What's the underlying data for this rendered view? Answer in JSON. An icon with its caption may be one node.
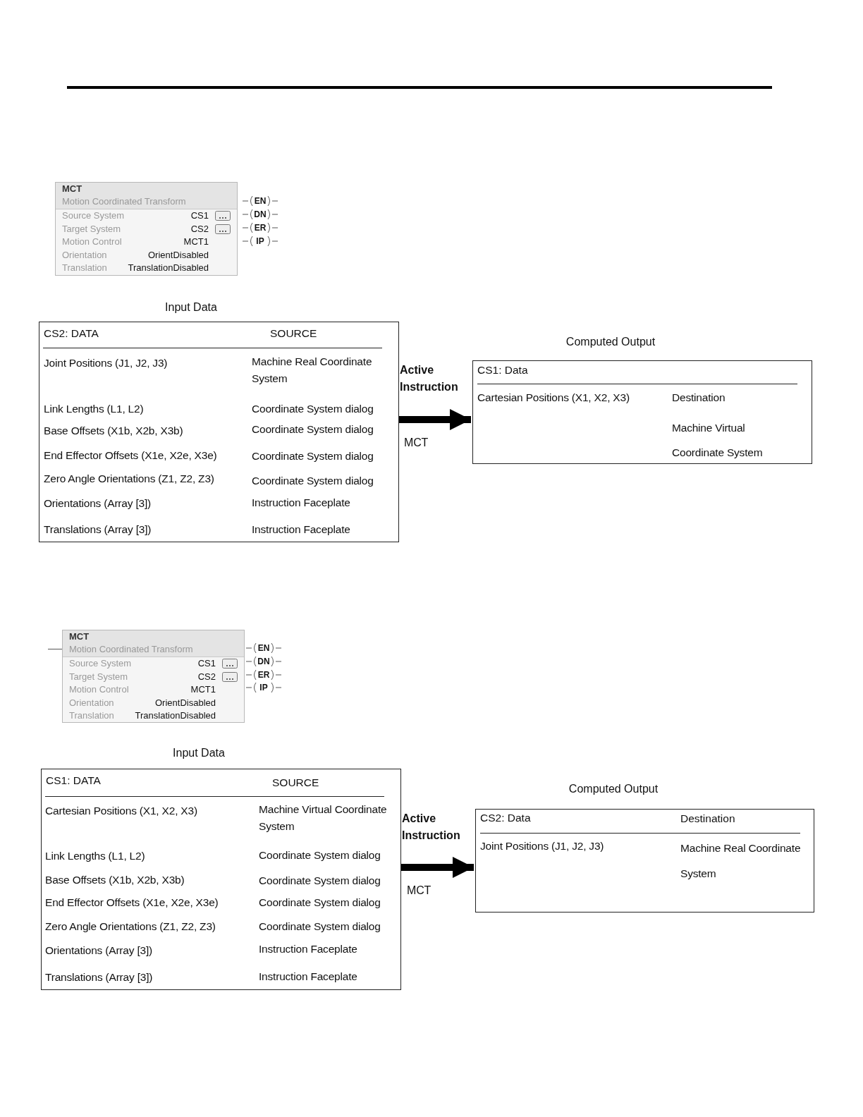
{
  "diagram": {
    "nodes": [
      {
        "text": [
          "MCT",
          "Motion Coordinated Transform",
          "Source System",
          "CS1",
          "Target System",
          "CS2",
          "Motion Control",
          "MCT1",
          "Orientation",
          "OrientDisabled",
          "Translation",
          "TranslationDisabled"
        ]
      },
      {
        "text": [
          "CS2: DATA",
          "SOURCE"
        ],
        "beside": [
          "Input Data"
        ]
      },
      {
        "text": [
          "CS1: Data"
        ],
        "beside": [
          "Computed Output"
        ]
      },
      {
        "text": [
          "MCT",
          "Motion Coordinated Transform",
          "Source System",
          "CS1",
          "Target System",
          "CS2",
          "Motion Control",
          "MCT1",
          "Orientation",
          "OrientDisabled",
          "Translation",
          "TranslationDisabled"
        ]
      },
      {
        "text": [
          "CS1: DATA",
          "SOURCE"
        ],
        "beside": [
          "Input Data"
        ]
      },
      {
        "text": [
          "CS2: Data",
          "Destination"
        ],
        "beside": [
          "Computed Output"
        ]
      }
    ],
    "edges": [
      {
        "from": 1,
        "to": 2,
        "arrow": "to",
        "label": "Active Instruction"
      },
      {
        "from": 4,
        "to": 5,
        "arrow": "to",
        "label": "Active Instruction"
      }
    ],
    "labels": [
      "EN",
      "DN",
      "ER",
      "IP",
      "Joint Positions (J1, J2, J3)",
      "Machine Real Coordinate System",
      "Link Lengths (L1, L2)",
      "Coordinate System dialog",
      "Base Offsets (X1b, X2b, X3b)",
      "Coordinate System dialog",
      "End Effector Offsets (X1e, X2e, X3e)",
      "Coordinate System dialog",
      "Zero Angle Orientations (Z1, Z2, Z3)",
      "Coordinate System dialog",
      "Orientations (Array [3])",
      "Instruction Faceplate",
      "Translations (Array [3])",
      "Instruction Faceplate",
      "MCT",
      "Cartesian Positions (X1, X2, X3)",
      "Destination",
      "Machine Virtual Coordinate System",
      "EN",
      "DN",
      "ER",
      "IP",
      "Cartesian Positions (X1, X2, X3)",
      "Machine Virtual Coordinate System",
      "Link Lengths (L1, L2)",
      "Coordinate System dialog",
      "Base Offsets (X1b, X2b, X3b)",
      "Coordinate System dialog",
      "End Effector Offsets (X1e, X2e, X3e)",
      "Coordinate System dialog",
      "Zero Angle Orientations (Z1, Z2, Z3)",
      "Coordinate System dialog",
      "Orientations (Array [3])",
      "Instruction Faceplate",
      "Translations (Array [3])",
      "Instruction Faceplate",
      "MCT",
      "Joint Positions (J1, J2, J3)",
      "Machine Real Coordinate System"
    ]
  }
}
